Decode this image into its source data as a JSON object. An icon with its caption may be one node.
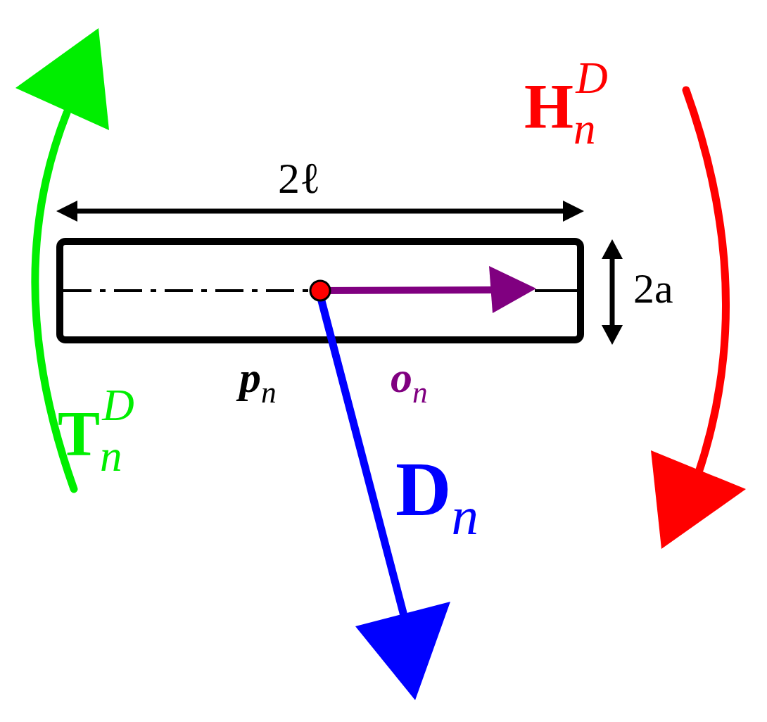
{
  "diagram": {
    "labels": [
      "H$_{n}$$^{D}$",
      "2ℓ",
      "2a",
      "*p*$_{n}$",
      "*o*$_{n}$",
      "T$_{n}$$^{D}$",
      "D$_{n}$"
    ]
  }
}
